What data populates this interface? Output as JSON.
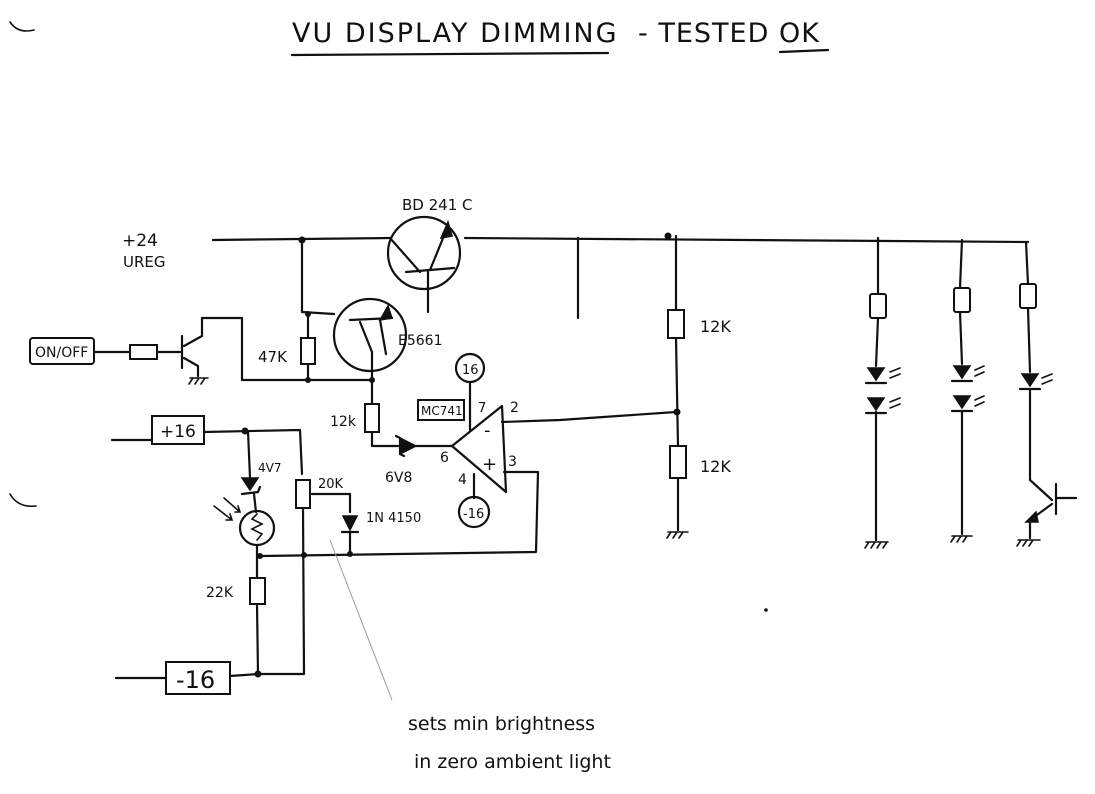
{
  "title": {
    "main": "VU DISPLAY DIMMING",
    "status": "- TESTED OK"
  },
  "supply": {
    "v24_label": "+24",
    "v24_sub": "UREG",
    "plus16_label": "+16",
    "minus16_label": "-16"
  },
  "switch": {
    "label": "ON/OFF"
  },
  "transistors": {
    "q1": "BD 241 C",
    "q2": "E5661"
  },
  "resistors": {
    "r47k": "47K",
    "r12k_base": "12k",
    "r12k_top": "12K",
    "r12k_bottom": "12K",
    "r22k": "22K",
    "pot20k": "20K"
  },
  "opamp": {
    "part": "MC741",
    "pin7": "7",
    "pin2": "2",
    "pin3": "3",
    "pin4": "4",
    "pin6": "6",
    "inv": "-",
    "noninv": "+",
    "supply_pos": "16",
    "supply_neg": "-16"
  },
  "diodes": {
    "zener_out": "6V8",
    "zener_ldr": "4V7",
    "signal": "1N 4150"
  },
  "note": {
    "line1": "sets min brightness",
    "line2": "in zero ambient light"
  }
}
